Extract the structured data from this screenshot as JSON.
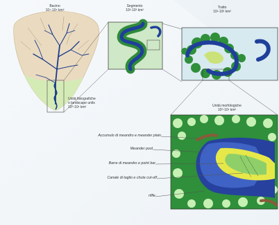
{
  "scales": {
    "basin": {
      "title": "Bacino",
      "size": "10⁴-10⁵ km²"
    },
    "segment": {
      "title": "Segmento",
      "size": "10²-10³ km²"
    },
    "reach": {
      "title": "Tratto",
      "size": "10¹-10² km²"
    },
    "landscape_unit": {
      "line1": "Unità fisiografiche",
      "line2": "o landscape units",
      "line3": "10⁰-10¹ km²"
    },
    "morph_unit": {
      "line1": "Unità morfologiche",
      "line2": "10⁰-10¹ km²"
    }
  },
  "morph_labels": [
    "Accumulo di meandro e meander plain",
    "Meander pool",
    "Barre di meandro e point bar",
    "Canale di taglio e chute cut-off",
    "riffle"
  ],
  "colors": {
    "basin_fill": "#e9dcc3",
    "river": "#1b3a8a",
    "vegetation": "#2f8f3a",
    "light_green": "#b9dd8a",
    "channel": "#2a3f9a",
    "bar": "#e6e84a"
  }
}
